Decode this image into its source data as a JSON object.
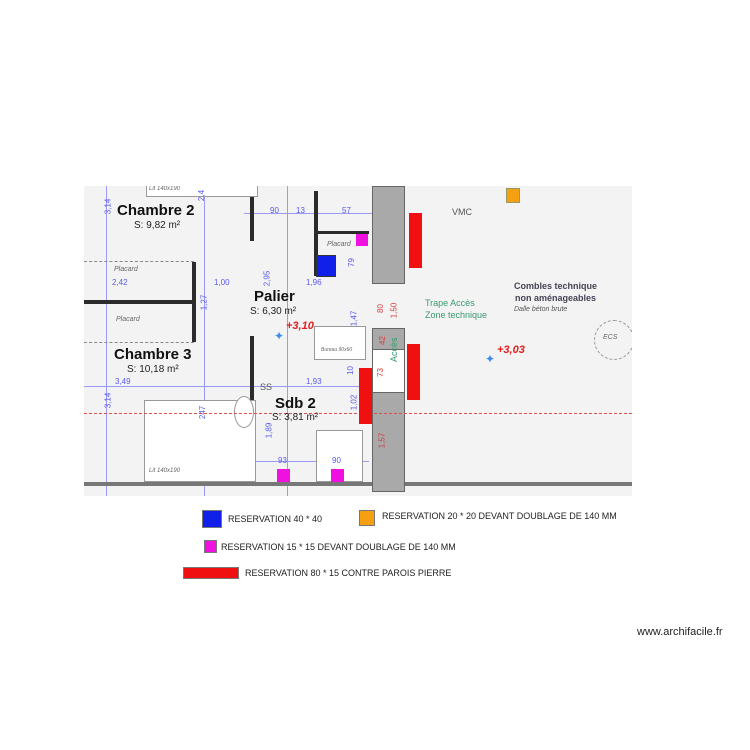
{
  "rooms": {
    "chambre2": {
      "name": "Chambre 2",
      "area": "S: 9,82 m²"
    },
    "chambre3": {
      "name": "Chambre 3",
      "area": "S: 10,18 m²"
    },
    "palier": {
      "name": "Palier",
      "area": "S: 6,30 m²"
    },
    "sdb2": {
      "name": "Sdb 2",
      "area": "S: 3,81 m²"
    }
  },
  "labels": {
    "placard1": "Placard",
    "placard2": "Placard",
    "placard3": "Placard",
    "lit_top": "Lit 140x190",
    "lit_bottom": "Lit 140x190",
    "bureau": "Bureau 90x60",
    "ss": "SS",
    "vmc": "VMC",
    "combles_line1": "Combles technique",
    "combles_line2": "non aménageables",
    "dalle": "Dalle béton brute",
    "trape_line1": "Trape Accès",
    "trape_line2": "Zone technique",
    "acces": "Accès",
    "ecs": "ECS",
    "level_palier": "+3,10",
    "level_combles": "+3,03"
  },
  "dimensions": {
    "d314a": "3,14",
    "d24": "2,4",
    "d90a": "90",
    "d13": "13",
    "d57": "57",
    "d242": "2,42",
    "d100": "1,00",
    "d295": "2,95",
    "d196": "1,96",
    "d127": "1,27",
    "d79": "79",
    "d147": "1,47",
    "d349": "3,49",
    "d193": "1,93",
    "d314b": "3,14",
    "d247": "247",
    "d189": "1,89",
    "d102": "1,02",
    "d93": "93",
    "d90b": "90",
    "d10": "10",
    "d80": "80",
    "d150": "1,50",
    "d42": "42",
    "d73": "73",
    "d157": "1,57"
  },
  "legend": [
    {
      "label": "RESERVATION 40 * 40",
      "color": "#1020e8"
    },
    {
      "label": "RESERVATION 20 * 20 DEVANT DOUBLAGE DE 140 MM",
      "color": "#f5a010"
    },
    {
      "label": "RESERVATION 15 * 15 DEVANT DOUBLAGE DE 140 MM",
      "color": "#f010e0"
    },
    {
      "label": "RESERVATION 80 * 15 CONTRE PAROIS PIERRE",
      "color": "#f01010"
    }
  ],
  "watermark": "www.archifacile.fr"
}
